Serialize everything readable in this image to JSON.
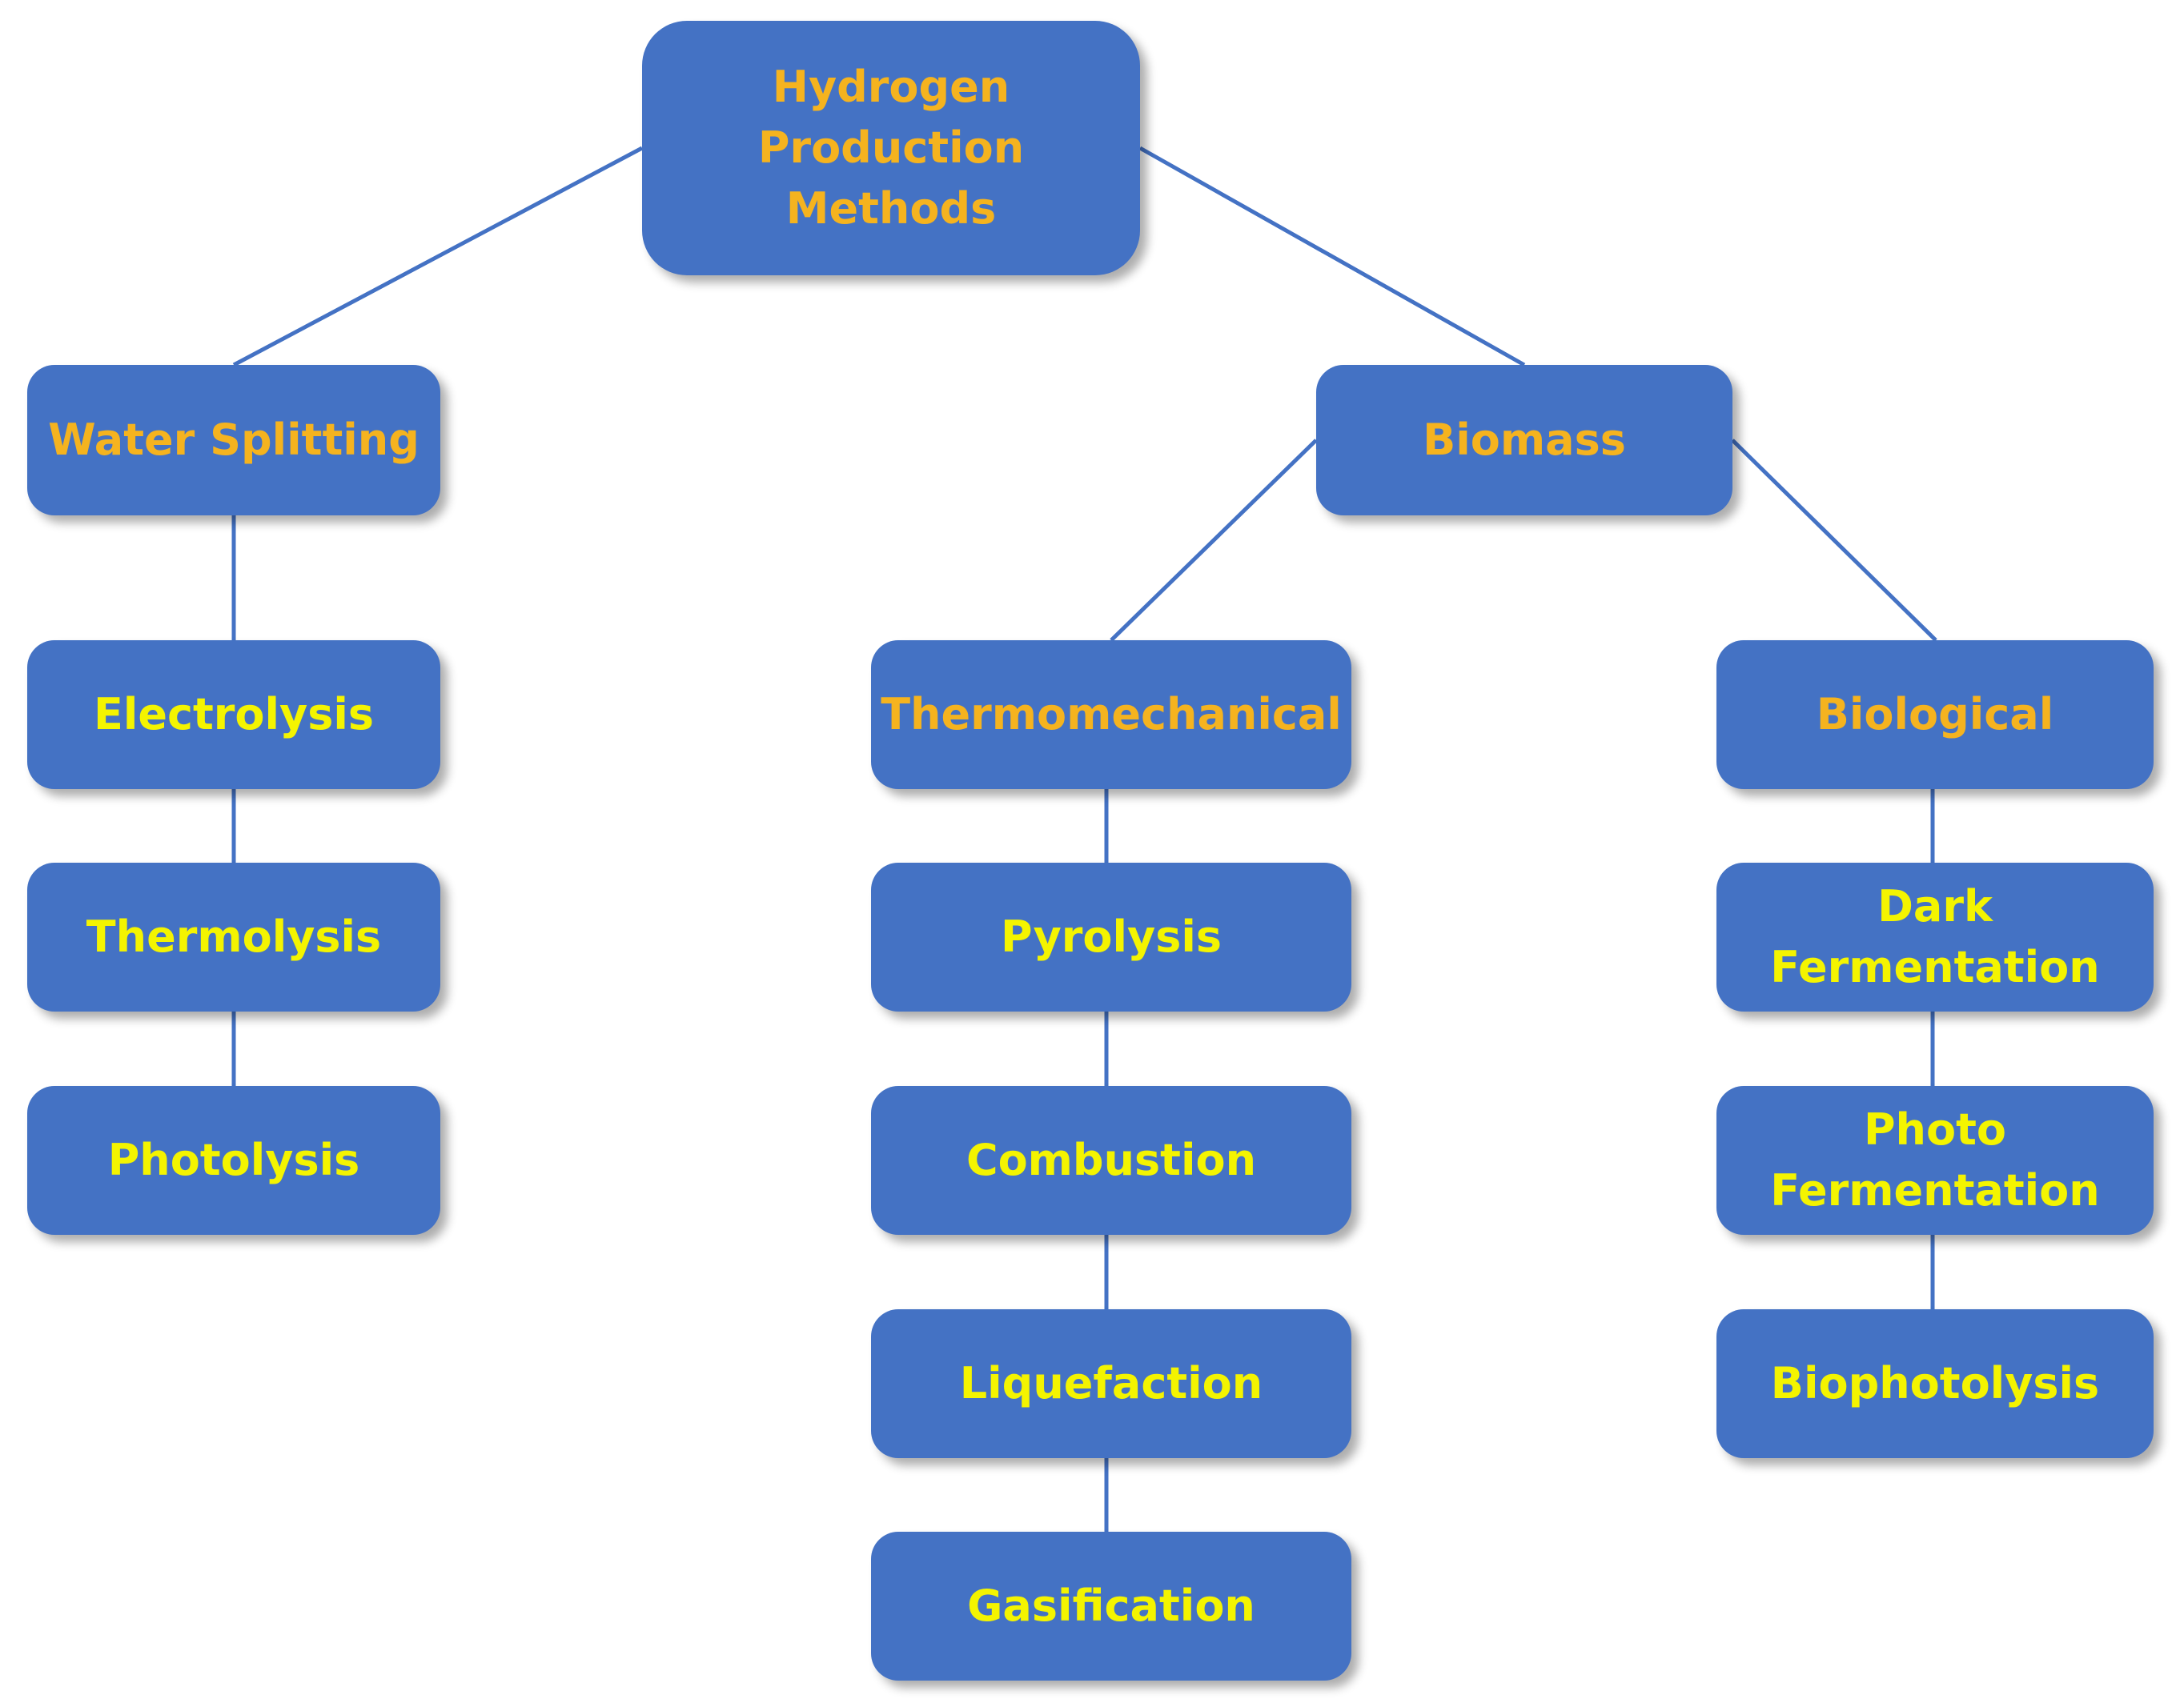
{
  "diagram": {
    "colors": {
      "box_fill": "#4472c4",
      "connector": "#4472c4",
      "category_text": "#f5b31f",
      "method_text": "#f4f400"
    },
    "root": {
      "label": "Hydrogen\nProduction\nMethods"
    },
    "water_splitting": {
      "label": "Water Splitting",
      "methods": [
        "Electrolysis",
        "Thermolysis",
        "Photolysis"
      ]
    },
    "biomass": {
      "label": "Biomass",
      "thermomechanical": {
        "label": "Thermomechanical",
        "methods": [
          "Pyrolysis",
          "Combustion",
          "Liquefaction",
          "Gasification"
        ]
      },
      "biological": {
        "label": "Biological",
        "methods": [
          "Dark\nFermentation",
          "Photo\nFermentation",
          "Biophotolysis"
        ]
      }
    }
  }
}
